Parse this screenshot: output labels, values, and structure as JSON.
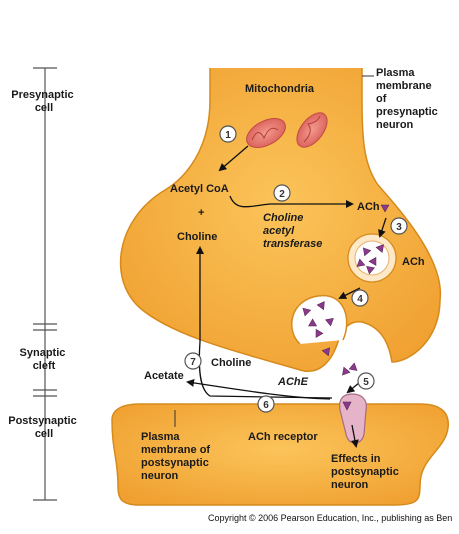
{
  "regions": {
    "presynaptic": [
      "Presynaptic",
      "cell"
    ],
    "cleft": [
      "Synaptic",
      "cleft"
    ],
    "postsynaptic": [
      "Postsynaptic",
      "cell"
    ]
  },
  "labels": {
    "plasma_membrane_pre": [
      "Plasma",
      "membrane",
      "of",
      "presynaptic",
      "neuron"
    ],
    "mitochondria": "Mitochondria",
    "acetyl_coa": "Acetyl CoA",
    "plus": "+",
    "choline_top": "Choline",
    "enzyme": [
      "Choline",
      "acetyl",
      "transferase"
    ],
    "ach_top": "ACh",
    "ach_vesicle": "ACh",
    "acetate": "Acetate",
    "choline_cleft": "Choline",
    "ache": "AChE",
    "ach_receptor": "ACh receptor",
    "plasma_membrane_post": [
      "Plasma",
      "membrane of",
      "postsynaptic",
      "neuron"
    ],
    "effects": [
      "Effects in",
      "postsynaptic",
      "neuron"
    ]
  },
  "steps": [
    "1",
    "2",
    "3",
    "4",
    "5",
    "6",
    "7"
  ],
  "copyright": "Copyright © 2006 Pearson Education, Inc., publishing as Ben",
  "colors": {
    "cell_fill": "#f5ab3c",
    "cell_stroke": "#d68a1c",
    "mitochondria": "#e8706a",
    "ach_molecule": "#8b3a8b",
    "receptor": "#e6b4c8",
    "vesicle_fill": "#fde9c8"
  }
}
